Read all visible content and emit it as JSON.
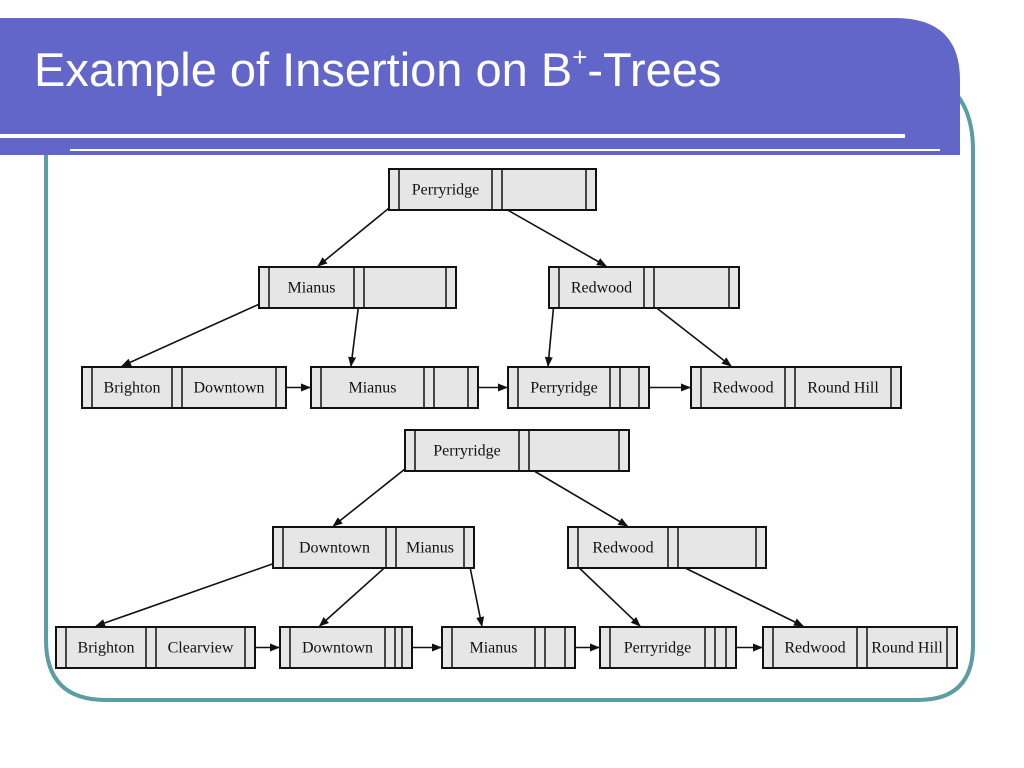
{
  "slide": {
    "title_main": "Example of Insertion on B",
    "title_sup": "+",
    "title_tail": "-Trees",
    "colors": {
      "title_bar": "#6366c9",
      "frame": "#5b9da3",
      "node_fill": "#e6e6e6"
    }
  },
  "diagram": {
    "before": {
      "root": {
        "keys": [
          "Perryridge",
          ""
        ]
      },
      "internal": [
        {
          "keys": [
            "Mianus",
            ""
          ]
        },
        {
          "keys": [
            "Redwood",
            ""
          ]
        }
      ],
      "leaves": [
        {
          "keys": [
            "Brighton",
            "Downtown"
          ]
        },
        {
          "keys": [
            "Mianus",
            ""
          ]
        },
        {
          "keys": [
            "Perryridge",
            ""
          ]
        },
        {
          "keys": [
            "Redwood",
            "Round Hill"
          ]
        }
      ]
    },
    "after": {
      "root": {
        "keys": [
          "Perryridge",
          ""
        ]
      },
      "internal": [
        {
          "keys": [
            "Downtown",
            "Mianus"
          ]
        },
        {
          "keys": [
            "Redwood",
            ""
          ]
        }
      ],
      "leaves": [
        {
          "keys": [
            "Brighton",
            "Clearview"
          ]
        },
        {
          "keys": [
            "Downtown",
            ""
          ]
        },
        {
          "keys": [
            "Mianus",
            ""
          ]
        },
        {
          "keys": [
            "Perryridge",
            ""
          ]
        },
        {
          "keys": [
            "Redwood",
            "Round Hill"
          ]
        }
      ]
    }
  }
}
